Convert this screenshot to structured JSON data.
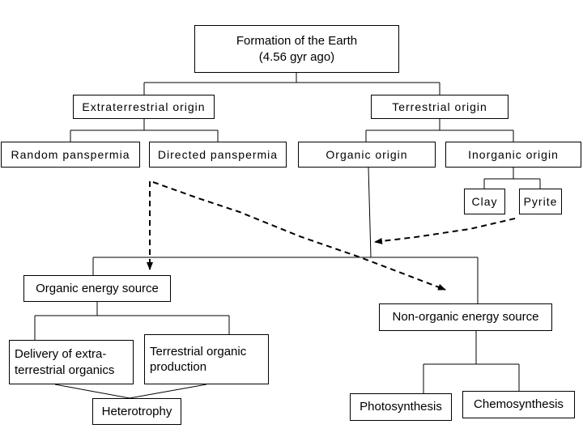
{
  "nodes": {
    "formation": {
      "line1": "Formation of the Earth",
      "line2": "(4.56 gyr ago)"
    },
    "extraterrestrial": "Extraterrestrial origin",
    "terrestrial": "Terrestrial origin",
    "random_panspermia": "Random panspermia",
    "directed_panspermia": "Directed panspermia",
    "organic_origin": "Organic origin",
    "inorganic_origin": "Inorganic origin",
    "clay": "Clay",
    "pyrite": "Pyrite",
    "organic_energy": "Organic energy source",
    "nonorganic_energy": "Non-organic energy source",
    "delivery": {
      "line1": "Delivery of extra-",
      "line2": "terrestrial organics"
    },
    "terrestrial_production": {
      "line1": "Terrestrial organic",
      "line2": "production"
    },
    "heterotrophy": "Heterotrophy",
    "photosynthesis": "Photosynthesis",
    "chemosynthesis": "Chemosynthesis"
  }
}
